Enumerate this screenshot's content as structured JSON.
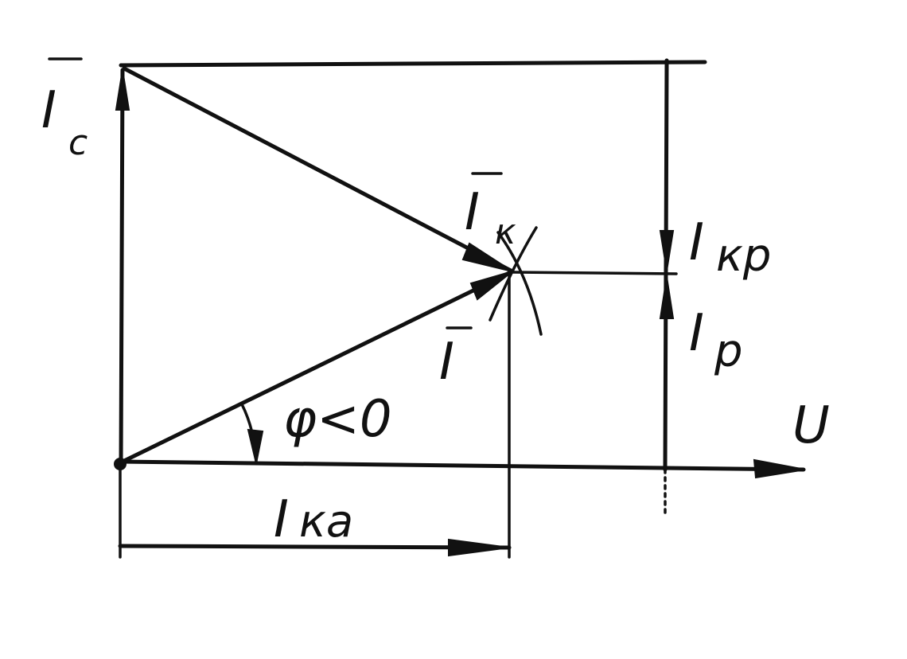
{
  "labels": {
    "ic_main": "I",
    "ic_sub": "c",
    "ik_main": "I",
    "ik_sub": "к",
    "i_main": "I",
    "ikp_main": "I",
    "ikp_sub": "кр",
    "ip_main": "I",
    "ip_sub": "р",
    "phi": "φ<0",
    "u": "U",
    "ika_main": "I",
    "ika_sub": "ка"
  },
  "colors": {
    "ink": "#111111",
    "paper": "#ffffff"
  }
}
